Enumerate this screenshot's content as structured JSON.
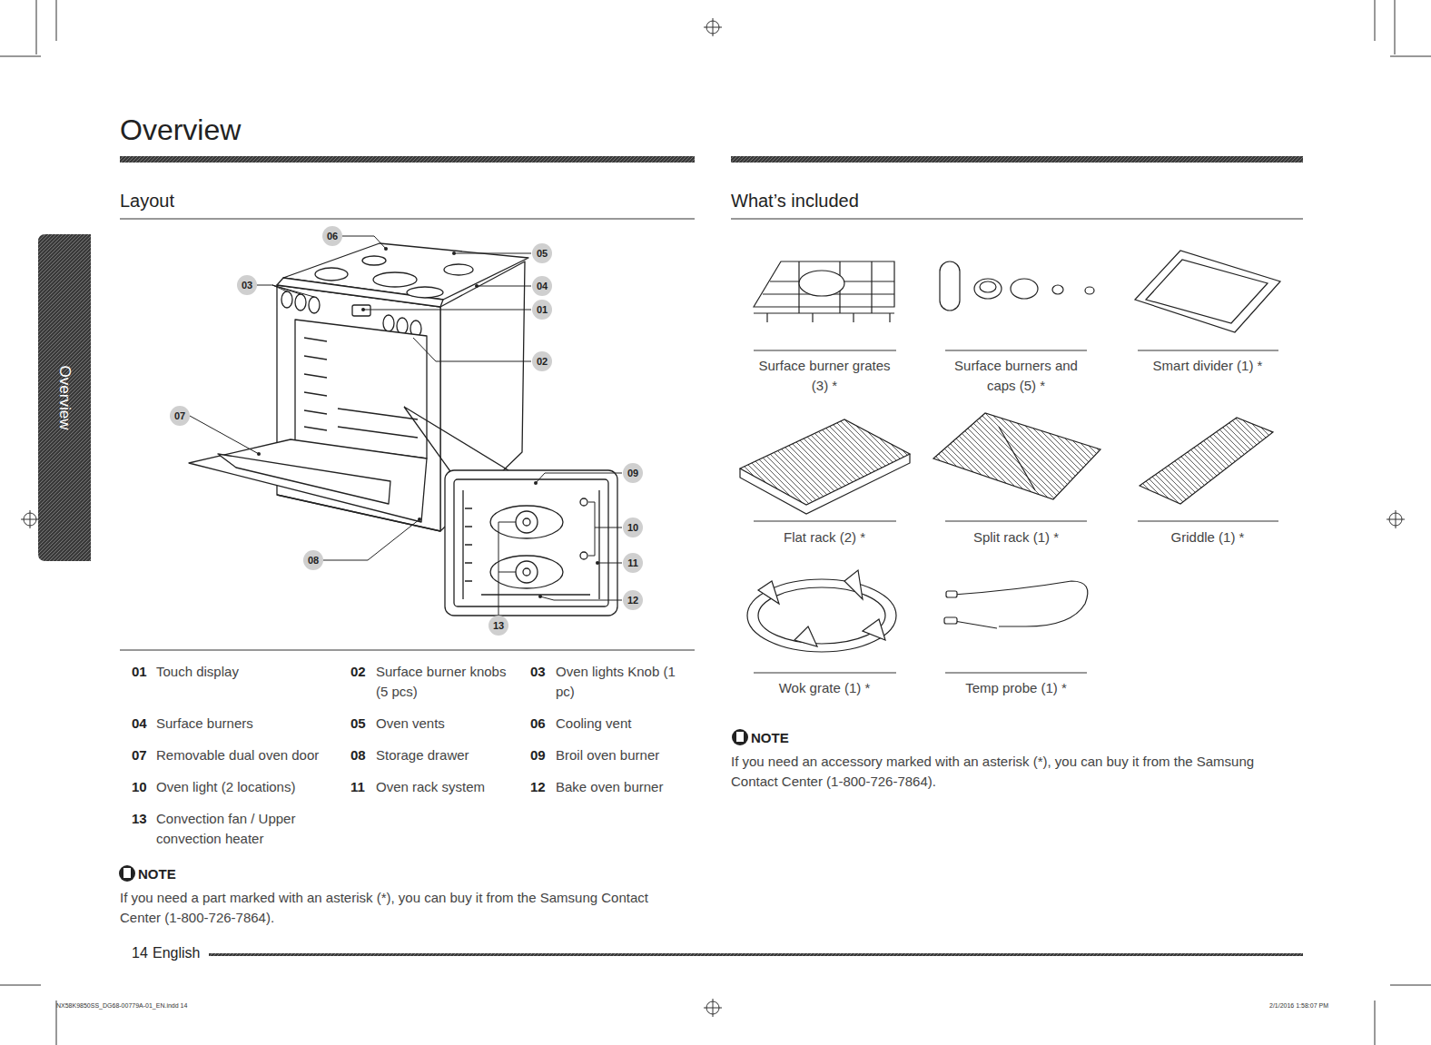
{
  "diagram": {
    "title": "Overview",
    "labels": [
      "Layout",
      "What’s included",
      "06",
      "05",
      "03",
      "04",
      "01",
      "02",
      "07",
      "09",
      "10",
      "08",
      "11",
      "12",
      "13",
      "01",
      "Touch display",
      "02",
      "Surface burner knobs (5 pcs)",
      "03",
      "Oven lights Knob (1 pc)",
      "04",
      "Surface burners",
      "05",
      "Oven vents",
      "06",
      "Cooling vent",
      "07",
      "Removable dual oven door",
      "08",
      "Storage drawer",
      "09",
      "Broil oven burner",
      "10",
      "Oven light (2 locations)",
      "11",
      "Oven rack system",
      "12",
      "Bake oven burner",
      "13",
      "Convection fan / Upper convection heater",
      "NOTE",
      "If you need a part marked with an asterisk (*), you can buy it from the Samsung Contact Center (1-800-726-7864).",
      "Surface burner grates (3) *",
      "Surface burners and caps (5) *",
      "Smart divider (1) *",
      "Flat rack (2) *",
      "Split rack (1) *",
      "Griddle (1) *",
      "Wok grate (1) *",
      "Temp probe (1) *",
      "NOTE",
      "If you need an accessory marked with an asterisk (*), you can buy it from the Samsung Contact Center (1-800-726-7864).",
      "14",
      "English",
      "Overview",
      "NX58K9850SS_DG68-00779A-01_EN.indd 14",
      "2/1/2016 1:58:07 PM"
    ]
  }
}
